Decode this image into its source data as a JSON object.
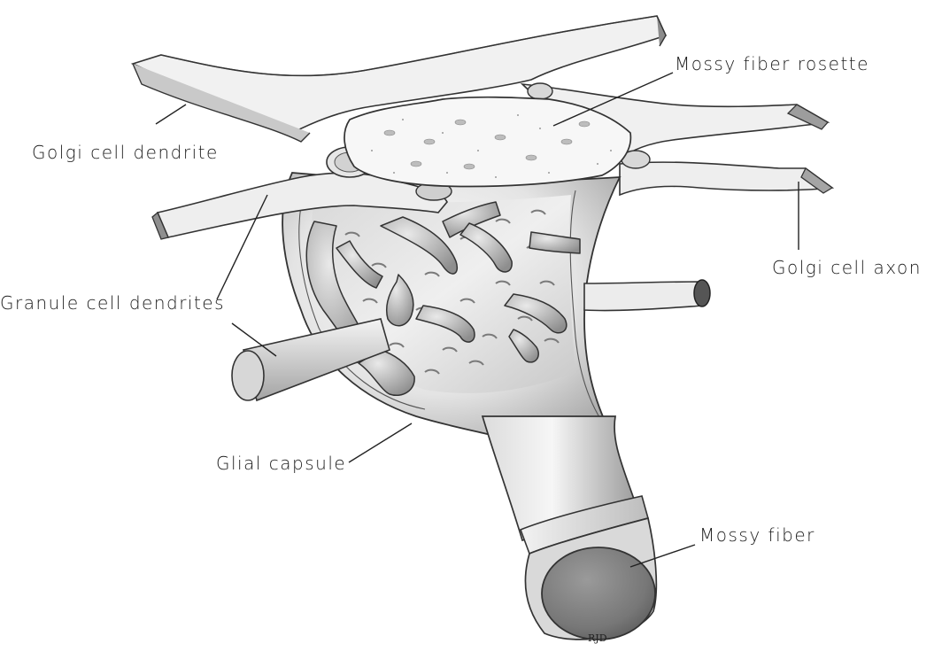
{
  "diagram": {
    "labels": {
      "mossy_fiber_rosette": "Mossy fiber rosette",
      "golgi_cell_dendrite": "Golgi cell dendrite",
      "golgi_cell_axon": "Golgi cell axon",
      "granule_cell_dendrites": "Granule cell dendrites",
      "glial_capsule": "Glial capsule",
      "mossy_fiber": "Mossy fiber"
    },
    "signature": "RJD"
  }
}
